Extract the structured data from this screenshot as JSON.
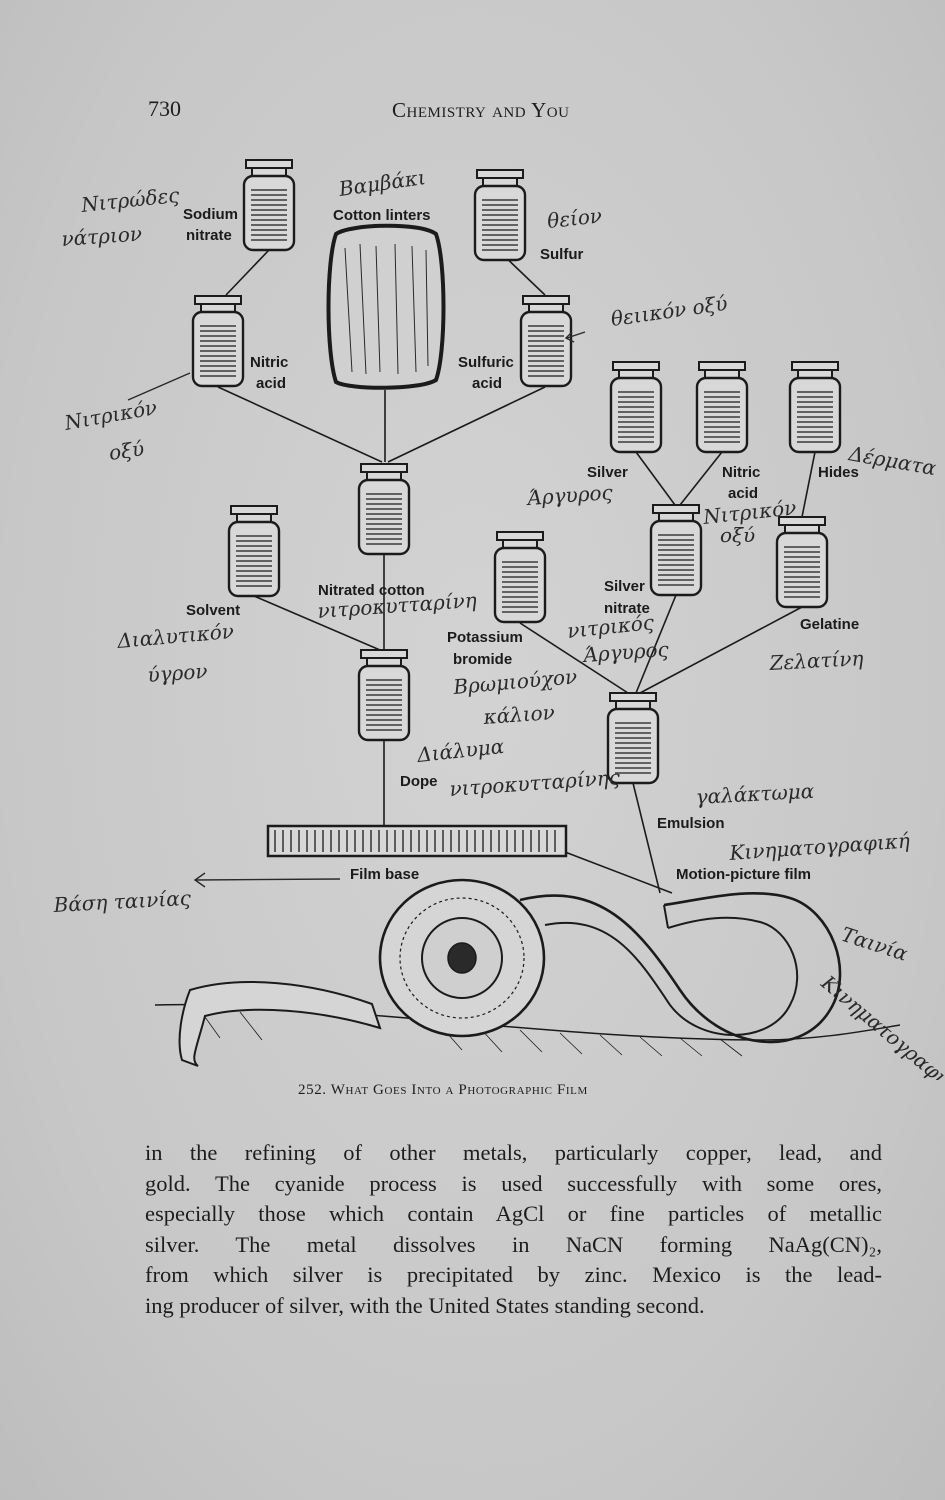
{
  "header": {
    "page_number": "730",
    "running_head": "Chemistry and You"
  },
  "figure": {
    "labels": {
      "sodium_nitrate_1": "Sodium",
      "sodium_nitrate_2": "nitrate",
      "cotton_linters": "Cotton linters",
      "sulfur": "Sulfur",
      "nitric_acid_1": "Nitric",
      "nitric_acid_2": "acid",
      "sulfuric_acid_1": "Sulfuric",
      "sulfuric_acid_2": "acid",
      "silver": "Silver",
      "nitric_acid_b_1": "Nitric",
      "nitric_acid_b_2": "acid",
      "hides": "Hides",
      "solvent": "Solvent",
      "nitrated_cotton": "Nitrated cotton",
      "potassium_bromide_1": "Potassium",
      "potassium_bromide_2": "bromide",
      "silver_nitrate_1": "Silver",
      "silver_nitrate_2": "nitrate",
      "gelatine": "Gelatine",
      "dope": "Dope",
      "emulsion": "Emulsion",
      "film_base": "Film base",
      "motion_picture_film": "Motion-picture film"
    },
    "handwriting": {
      "sodium_nitrate_1": "Νιτρώδες",
      "sodium_nitrate_2": "νάτριον",
      "cotton_linters": "Βαμβάκι",
      "sulfur": "θείον",
      "sulfuric_acid": "θειικόν οξύ",
      "nitric_acid_1": "Νιτρικόν",
      "nitric_acid_2": "οξύ",
      "silver": "Άργυρος",
      "nitric_acid_b_1": "Νιτρικόν",
      "nitric_acid_b_2": "οξύ",
      "hides": "Δέρματα",
      "nitrated_cotton": "νιτροκυτταρίνη",
      "solvent_1": "Διαλυτικόν",
      "solvent_2": "ύγρον",
      "silver_nitrate_1": "νιτρικός",
      "silver_nitrate_2": "Άργυρος",
      "potassium_bromide_1": "Βρωμιούχον",
      "potassium_bromide_2": "κάλιον",
      "gelatine": "Ζελατίνη",
      "dope_1": "Διάλυμα",
      "dope_2": "νιτροκυτταρίνης",
      "emulsion": "γαλάκτωμα",
      "motion_picture_film": "Κινηματογραφική",
      "film_base": "Βάση ταινίας",
      "film_right_1": "Ταινία",
      "film_right_2": "Κινηματογραφική"
    },
    "caption": "252. What Goes Into a Photographic Film"
  },
  "body": {
    "lines": [
      "in the refining of other metals, particularly copper, lead, and",
      "gold. The cyanide process is used successfully with some ores,",
      "especially those which contain AgCl or fine particles of metallic",
      "silver. The metal dissolves in NaCN forming NaAg(CN)₂,",
      "from which silver is precipitated by zinc. Mexico is the lead-",
      "ing producer of silver, with the United States standing second."
    ]
  }
}
